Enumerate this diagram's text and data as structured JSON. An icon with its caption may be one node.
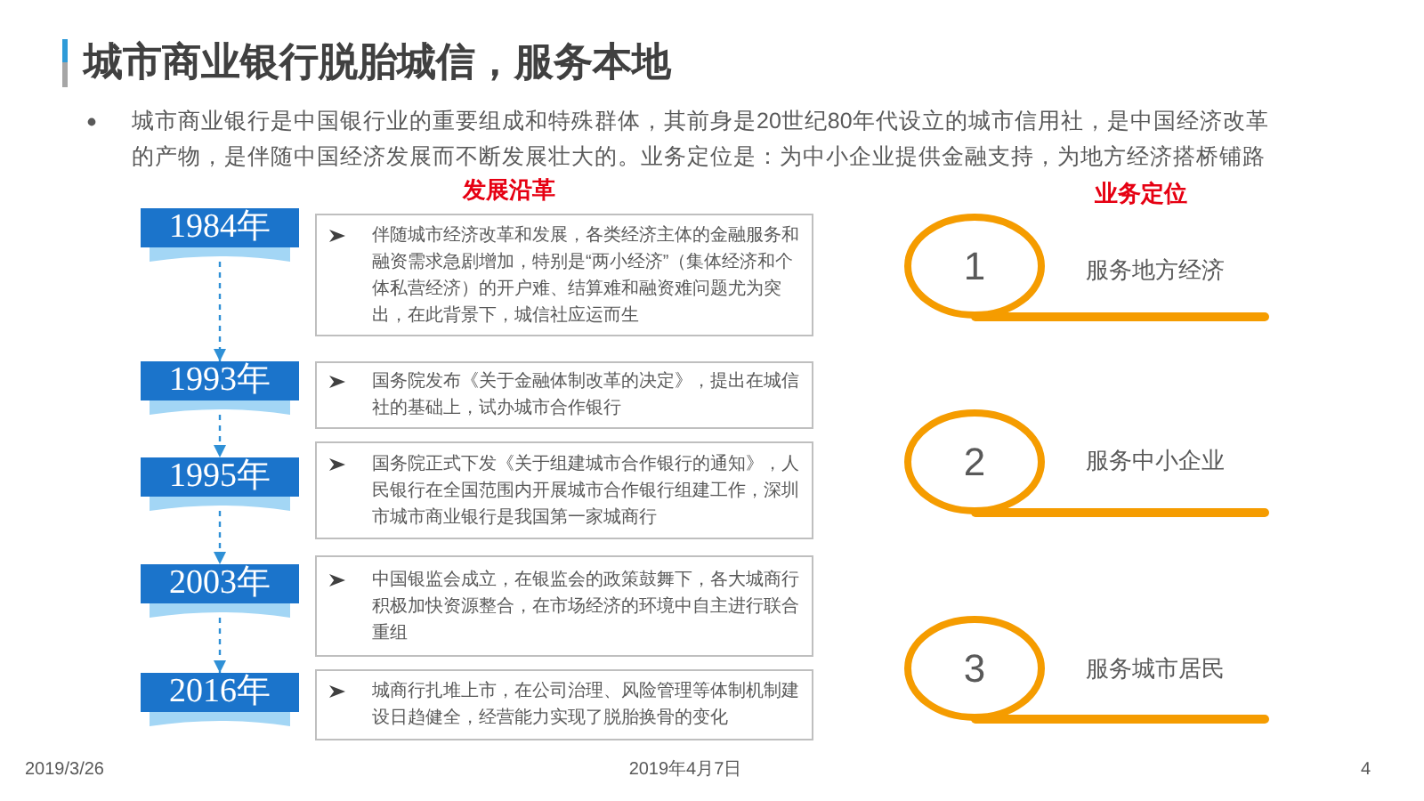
{
  "diagram": {
    "title": "城市商业银行脱胎城信，服务本地",
    "nodes": [
      {
        "text": [
          "1984年"
        ]
      },
      {
        "text": [
          "伴随城市经济改革和发展，各类经济主体的金融服务和融资需求急剧增加，特别是“两小经济”（集体经济和个体私营经济）的开户难、结算难和融资难问题尤为突出，在此背景下，城信社应运而生"
        ]
      },
      {
        "text": [
          "1993年"
        ]
      },
      {
        "text": [
          "国务院发布《关于金融体制改革的决定》，提出在城信社的基础上，试办城市合作银行"
        ]
      },
      {
        "text": [
          "1995年"
        ]
      },
      {
        "text": [
          "国务院正式下发《关于组建城市合作银行的通知》，人民银行在全国范围内开展城市合作银行组建工作，深圳市城市商业银行是我国第一家城商行"
        ]
      },
      {
        "text": [
          "2003年"
        ]
      },
      {
        "text": [
          "中国银监会成立，在银监会的政策鼓舞下，各大城商行积极加快资源整合，在市场经济的环境中自主进行联合重组"
        ]
      },
      {
        "text": [
          "2016年"
        ]
      },
      {
        "text": [
          "城商行扎堆上市，在公司治理、风险管理等体制机制建设日趋健全，经营能力实现了脱胎换骨的变化"
        ]
      },
      {
        "text": [
          "1"
        ],
        "beside": [
          "服务地方经济"
        ]
      },
      {
        "text": [
          "2"
        ],
        "beside": [
          "服务中小企业"
        ]
      },
      {
        "text": [
          "3"
        ],
        "beside": [
          "服务城市居民"
        ]
      }
    ],
    "edges": [
      {
        "from": 0,
        "to": 2,
        "arrow": "to",
        "style": "dashed"
      },
      {
        "from": 2,
        "to": 4,
        "arrow": "to",
        "style": "dashed"
      },
      {
        "from": 4,
        "to": 6,
        "arrow": "to",
        "style": "dashed"
      },
      {
        "from": 6,
        "to": 8,
        "arrow": "to",
        "style": "dashed"
      }
    ],
    "labels": [
      "城市商业银行是中国银行业的重要组成和特殊群体，其前身是20世纪80年代设立的城市信用社，是中国经济改革的产物，是伴随中国经济发展而不断发展壮大的。业务定位是：为中小企业提供金融支持，为地方经济搭桥铺路",
      "发展沿革",
      "业务定位",
      "2019/3/26",
      "2019年4月7日",
      "4"
    ]
  }
}
